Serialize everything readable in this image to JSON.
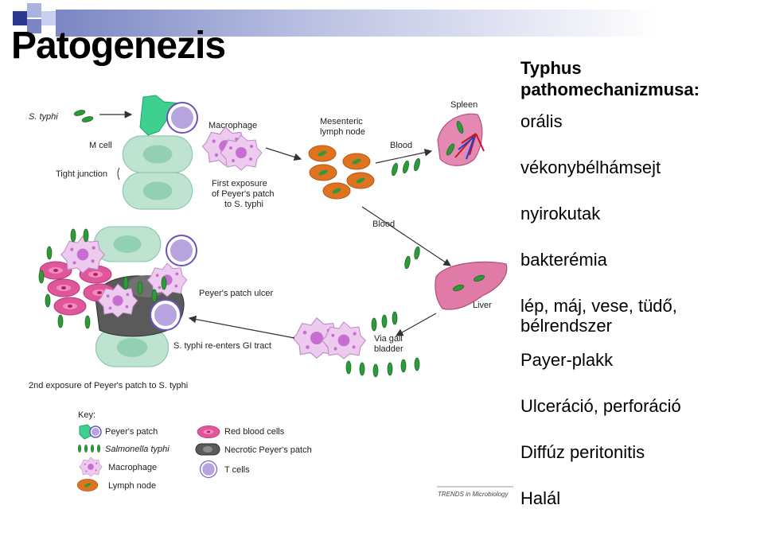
{
  "slide": {
    "title": "Patogenezis",
    "heading": "Typhus pathomechanizmusa:",
    "steps": [
      "orális",
      "vékonybélhámsejt",
      "nyirokutak",
      "bakterémia",
      "lép, máj, vese, tüdő, bélrendszer",
      "Payer-plakk",
      "Ulceráció, perforáció",
      "Diffúz peritonitis",
      "Halál"
    ]
  },
  "diagram": {
    "labels": {
      "s_typhi": "S. typhi",
      "m_cell": "M cell",
      "tight_junction": "Tight junction",
      "macrophage": "Macrophage",
      "first_exposure_1": "First exposure",
      "first_exposure_2": "of Peyer's patch",
      "first_exposure_3": "to S. typhi",
      "mesenteric_1": "Mesenteric",
      "mesenteric_2": "lymph node",
      "blood_top": "Blood",
      "spleen": "Spleen",
      "blood_mid": "Blood",
      "liver": "Liver",
      "peyers_ulcer": "Peyer's patch ulcer",
      "reenters": "S. typhi re-enters GI tract",
      "via_gall_1": "Via gall",
      "via_gall_2": "bladder",
      "second_exposure": "2nd exposure of Peyer's patch to S. typhi",
      "source": "TRENDS in Microbiology"
    },
    "key": {
      "title": "Key:",
      "items": [
        "Peyer's patch",
        "Salmonella typhi",
        "Macrophage",
        "Lymph node",
        "Red blood cells",
        "Necrotic Peyer's patch",
        "T cells"
      ]
    }
  },
  "colors": {
    "bacteria": "#2e9a3a",
    "peyer_cell": "#a9d9c2",
    "macrophage": "#e9c7ea",
    "lymph_node": "#e0731f",
    "red_blood_cell": "#e0569a",
    "necrotic": "#555555",
    "t_cell": "#b7a3e0",
    "organ": "#d96a9c"
  }
}
